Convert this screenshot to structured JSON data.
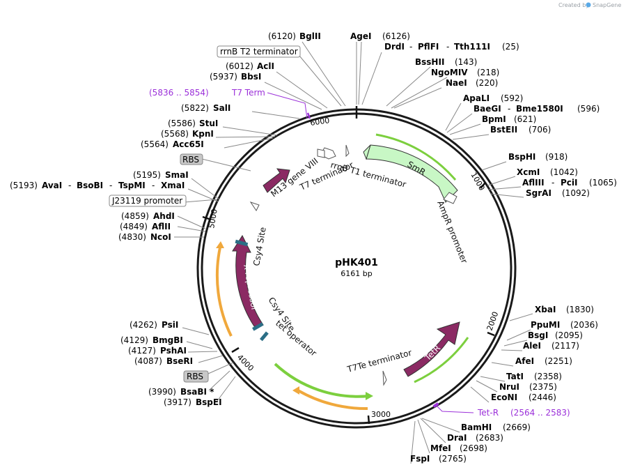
{
  "credit": {
    "created_by": "Created by",
    "app": "SnapGene"
  },
  "plasmid": {
    "name": "pHK401",
    "length": "6161 bp"
  },
  "ticks": [
    "1000",
    "2000",
    "3000",
    "4000",
    "5000",
    "6000"
  ],
  "boxed_labels": {
    "rrnb_t2": "rrnB T2 terminator",
    "rbs_top": "RBS",
    "j23119": "J23119 promoter",
    "rbs_bottom": "RBS"
  },
  "features": {
    "smr": "SmR",
    "tetr": "TetR",
    "lambda": "λ repressor",
    "m13": "M13 gene VIII",
    "rrnb_t1": "rrnB T1 terminator",
    "t7": "T7 terminator",
    "ampr_promoter": "AmpR promoter",
    "csy4_top": "Csy4 Site",
    "csy4_bottom": "Csy4 Site",
    "tet_operator": "tet operator",
    "t7te": "T7Te terminator"
  },
  "regions": {
    "t7term": {
      "range": "(5836 .. 5854)",
      "name": "T7 Term"
    },
    "tetr_site": {
      "name": "Tet-R",
      "range": "(2564 .. 2583)"
    }
  },
  "sites": {
    "bglii": {
      "pos": "(6120)",
      "name": "BglII"
    },
    "agei": {
      "pos": "(6126)",
      "name": "AgeI"
    },
    "drdi": {
      "name": "DrdI",
      "name2": "PflFI",
      "name3": "Tth111I",
      "pos": "(25)"
    },
    "bsshii": {
      "name": "BssHII",
      "pos": "(143)"
    },
    "ngomiv": {
      "name": "NgoMIV",
      "pos": "(218)"
    },
    "naei": {
      "name": "NaeI",
      "pos": "(220)"
    },
    "apali": {
      "name": "ApaLI",
      "pos": "(592)"
    },
    "baegi": {
      "name": "BaeGI",
      "name2": "Bme1580I",
      "pos": "(596)"
    },
    "bpmi": {
      "name": "BpmI",
      "pos": "(621)"
    },
    "bsteii": {
      "name": "BstEII",
      "pos": "(706)"
    },
    "bsphi": {
      "name": "BspHI",
      "pos": "(918)"
    },
    "xcmi": {
      "name": "XcmI",
      "pos": "(1042)"
    },
    "afliii": {
      "name": "AflIII",
      "name2": "PciI",
      "pos": "(1065)"
    },
    "sgrai": {
      "name": "SgrAI",
      "pos": "(1092)"
    },
    "xbai": {
      "name": "XbaI",
      "pos": "(1830)"
    },
    "ppumi": {
      "name": "PpuMI",
      "pos": "(2036)"
    },
    "bsgi": {
      "name": "BsgI",
      "pos": "(2095)"
    },
    "alei": {
      "name": "AleI",
      "pos": "(2117)"
    },
    "afei": {
      "name": "AfeI",
      "pos": "(2251)"
    },
    "tati": {
      "name": "TatI",
      "pos": "(2358)"
    },
    "nrui": {
      "name": "NruI",
      "pos": "(2375)"
    },
    "econi": {
      "name": "EcoNI",
      "pos": "(2446)"
    },
    "bamhi": {
      "name": "BamHI",
      "pos": "(2669)"
    },
    "drai": {
      "name": "DraI",
      "pos": "(2683)"
    },
    "mfei": {
      "name": "MfeI",
      "pos": "(2698)"
    },
    "fspi": {
      "name": "FspI",
      "pos": "(2765)"
    },
    "acli": {
      "pos": "(6012)",
      "name": "AclI"
    },
    "bbsi": {
      "pos": "(5937)",
      "name": "BbsI"
    },
    "sali": {
      "pos": "(5822)",
      "name": "SalI"
    },
    "stui": {
      "pos": "(5586)",
      "name": "StuI"
    },
    "kpni": {
      "pos": "(5568)",
      "name": "KpnI"
    },
    "acc65i": {
      "pos": "(5564)",
      "name": "Acc65I"
    },
    "smai": {
      "pos": "(5195)",
      "name": "SmaI"
    },
    "avai": {
      "pos": "(5193)",
      "name": "AvaI",
      "name2": "BsoBI",
      "name3": "TspMI",
      "name4": "XmaI"
    },
    "ahdi": {
      "pos": "(4859)",
      "name": "AhdI"
    },
    "aflii": {
      "pos": "(4849)",
      "name": "AflII"
    },
    "ncoi": {
      "pos": "(4830)",
      "name": "NcoI"
    },
    "psii": {
      "pos": "(4262)",
      "name": "PsiI"
    },
    "bmgbi": {
      "pos": "(4129)",
      "name": "BmgBI"
    },
    "pshai": {
      "pos": "(4127)",
      "name": "PshAI"
    },
    "bseri": {
      "pos": "(4087)",
      "name": "BseRI"
    },
    "bsabi": {
      "pos": "(3990)",
      "name": "BsaBI *"
    },
    "bspei": {
      "pos": "(3917)",
      "name": "BspEI"
    }
  }
}
